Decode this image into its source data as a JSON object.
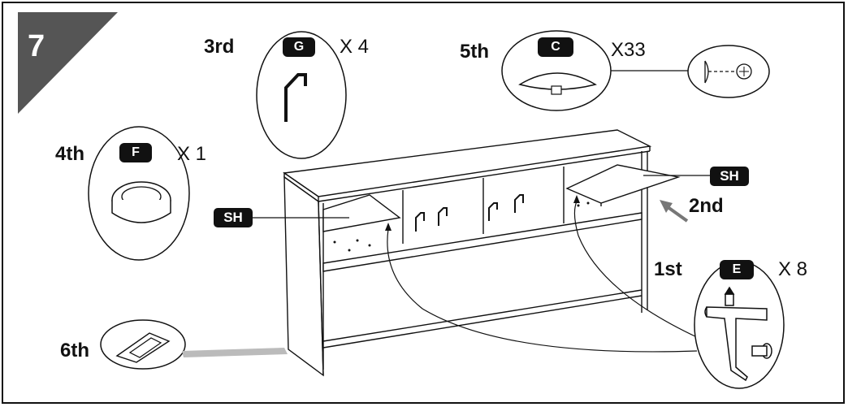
{
  "step": {
    "number": "7"
  },
  "parts": [
    {
      "order": "3rd",
      "letter": "G",
      "qty": "X 4"
    },
    {
      "order": "5th",
      "letter": "C",
      "qty": "X33"
    },
    {
      "order": "4th",
      "letter": "F",
      "qty": "X 1"
    },
    {
      "order": "1st",
      "letter": "E",
      "qty": "X 8"
    }
  ],
  "callouts": {
    "shelf_left": "SH",
    "shelf_right": "SH",
    "second": "2nd",
    "sixth": "6th"
  }
}
